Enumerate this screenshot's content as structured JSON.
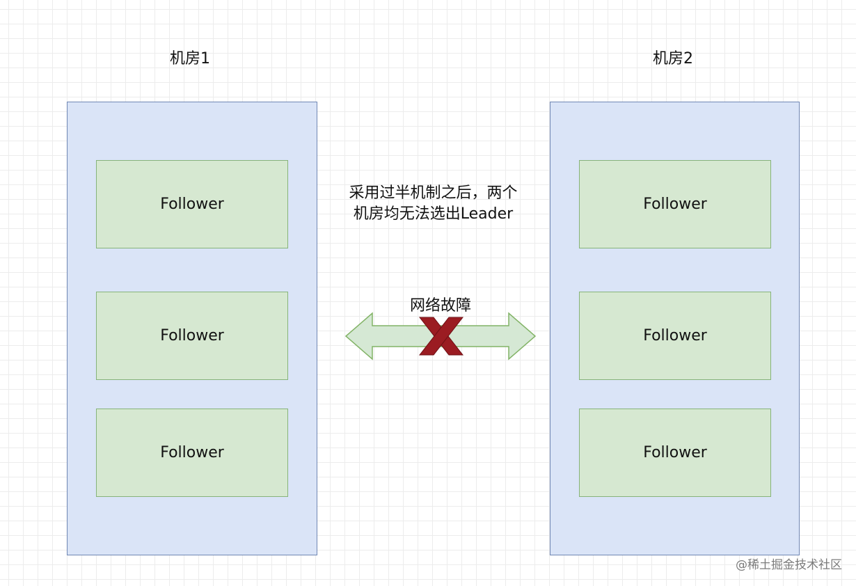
{
  "rooms": [
    {
      "title": "机房1",
      "nodes": [
        "Follower",
        "Follower",
        "Follower"
      ]
    },
    {
      "title": "机房2",
      "nodes": [
        "Follower",
        "Follower",
        "Follower"
      ]
    }
  ],
  "note_line1": "采用过半机制之后，两个",
  "note_line2": "机房均无法选出Leader",
  "link": {
    "label": "网络故障",
    "status_icon": "red-x-icon"
  },
  "watermark": "@稀土掘金技术社区",
  "colors": {
    "room_fill": "#dae4f7",
    "room_border": "#6f86b3",
    "node_fill": "#d6e8d1",
    "node_border": "#86b37a",
    "arrow_fill": "#d5e8d4",
    "arrow_border": "#82b366",
    "cross": "#9b1c22"
  }
}
